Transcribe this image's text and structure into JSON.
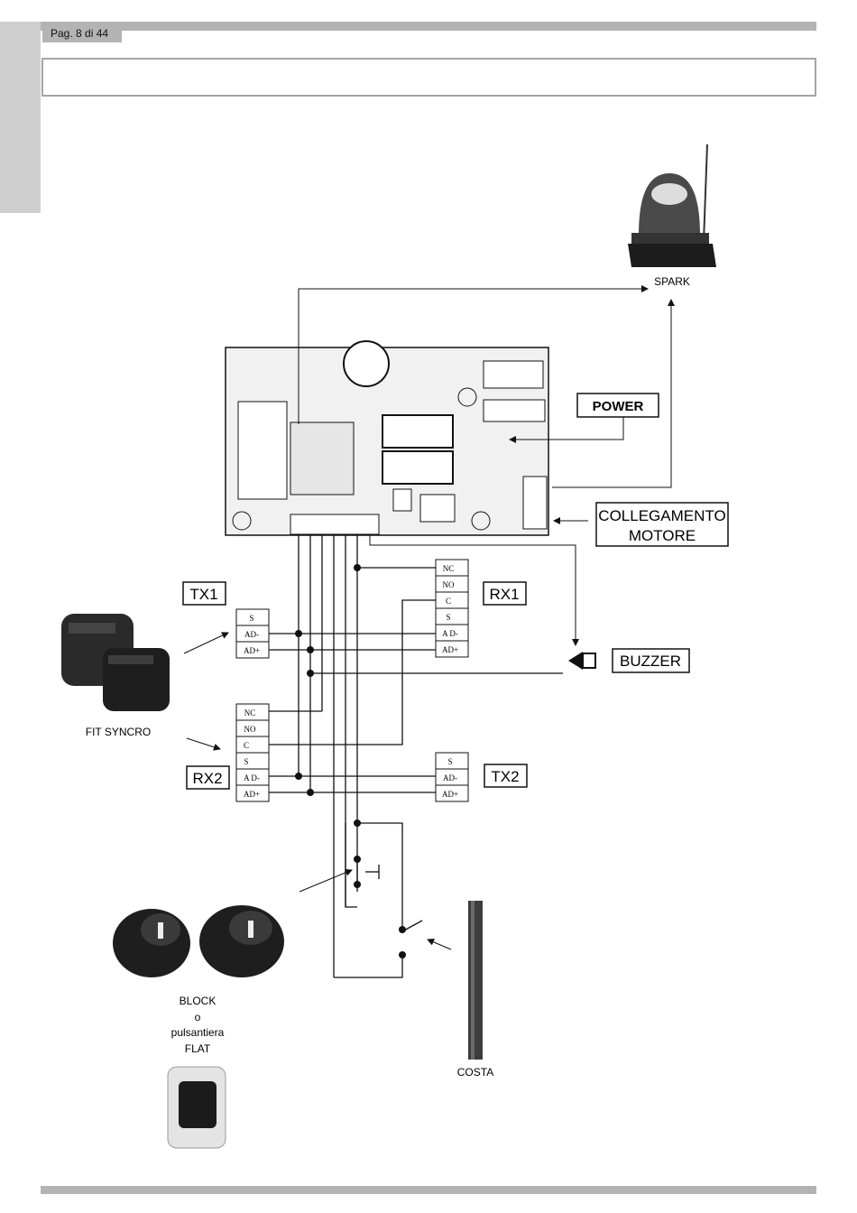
{
  "header": {
    "page": "Pag. 8 di 44"
  },
  "devices": {
    "flashing_light": "SPARK",
    "power": "POWER",
    "motor_line1": "COLLEGAMENTO",
    "motor_line2": "MOTORE",
    "buzzer": "BUZZER",
    "photocells": "FIT SYNCRO",
    "tx1": "TX1",
    "rx1": "RX1",
    "rx2": "RX2",
    "tx2": "TX2",
    "block_lines": [
      "BLOCK",
      "o",
      "pulsantiera",
      "FLAT"
    ],
    "edge": "COSTA"
  },
  "terminals": {
    "tx1": [
      "S",
      "AD-",
      "AD+"
    ],
    "rx1": [
      "NC",
      "NO",
      "C",
      "S",
      "A D-",
      "AD+"
    ],
    "rx2": [
      "NC",
      "NO",
      "C",
      "S",
      "A D-",
      "AD+"
    ],
    "tx2": [
      "S",
      "AD-",
      "AD+"
    ]
  },
  "colors": {
    "bar": "#b3b3b3",
    "line": "#111111"
  }
}
